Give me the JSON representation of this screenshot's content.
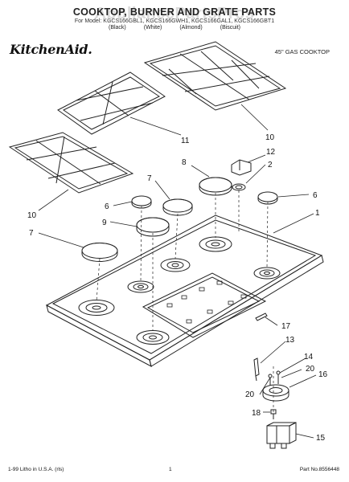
{
  "header": {
    "watermark": "AppliancePartsPros",
    "title": "COOKTOP, BURNER AND GRATE PARTS",
    "models": "For Model: KGCS166GBL1, KGCS166GWH1, KGCS166GAL1, KGCS166GBT1",
    "colors": [
      "(Black)",
      "(White)",
      "(Almond)",
      "(Biscuit)"
    ]
  },
  "brand": "KitchenAid.",
  "subtitle": "45\" GAS COOKTOP",
  "callouts": [
    "10",
    "11",
    "10",
    "12",
    "2",
    "8",
    "7",
    "6",
    "6",
    "9",
    "7",
    "1",
    "17",
    "13",
    "14",
    "20",
    "16",
    "20",
    "18",
    "15"
  ],
  "footer": {
    "left": "1-99 Litho in U.S.A. (rls)",
    "center": "1",
    "right": "Part No.8556448"
  }
}
